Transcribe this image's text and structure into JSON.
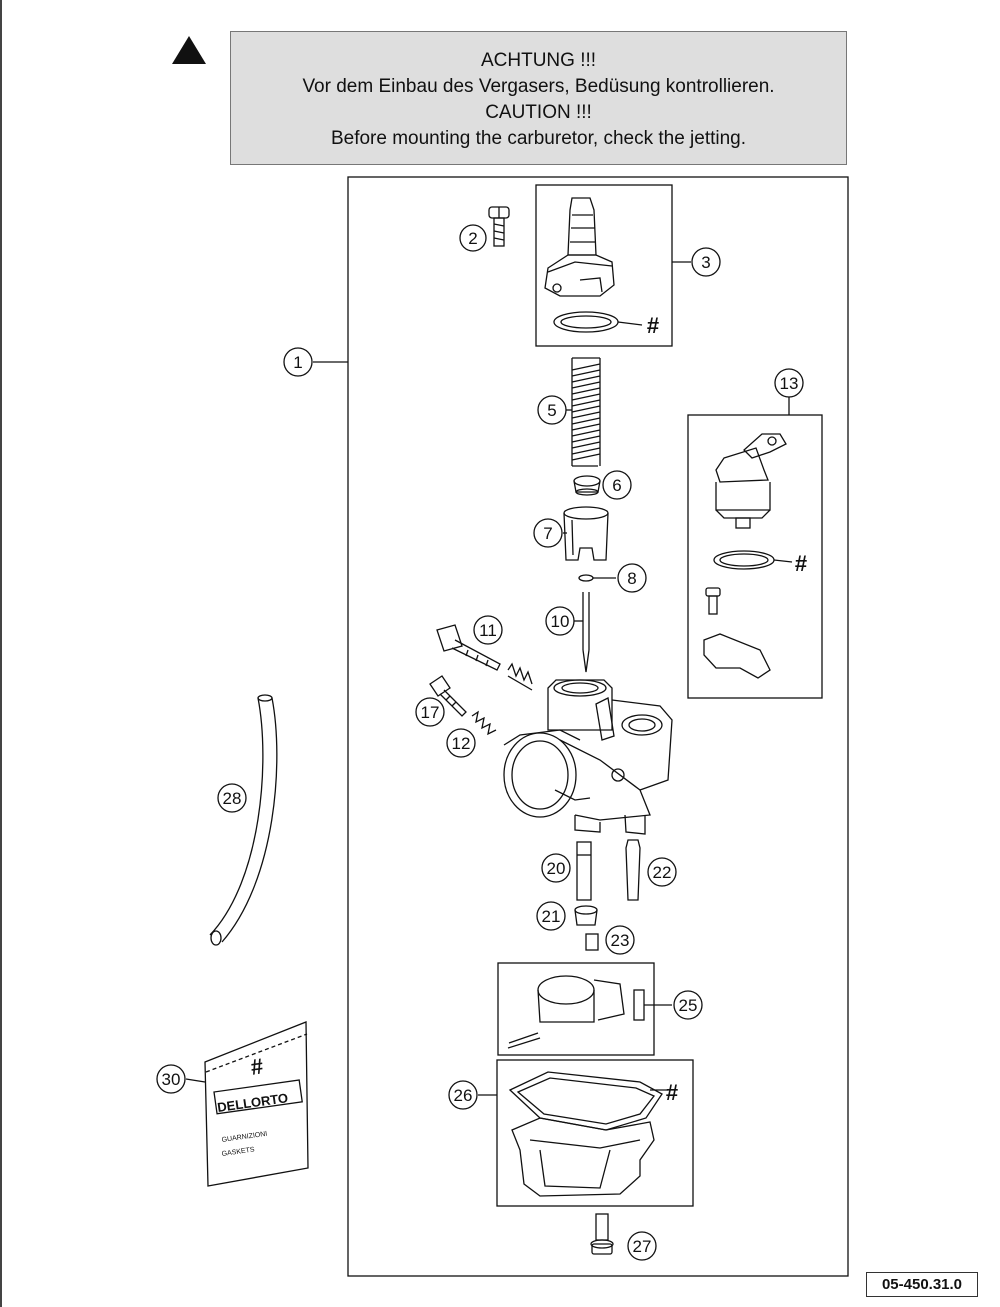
{
  "warning": {
    "line1": "ACHTUNG !!!",
    "line2": "Vor dem Einbau des Vergasers, Bedüsung kontrollieren.",
    "line3": "CAUTION !!!",
    "line4": "Before mounting the carburetor, check the jetting."
  },
  "part_code": "05-450.31.0",
  "callouts": {
    "c1": "1",
    "c2": "2",
    "c3": "3",
    "c5": "5",
    "c6": "6",
    "c7": "7",
    "c8": "8",
    "c10": "10",
    "c11": "11",
    "c12": "12",
    "c13": "13",
    "c17": "17",
    "c20": "20",
    "c21": "21",
    "c22": "22",
    "c23": "23",
    "c25": "25",
    "c26": "26",
    "c27": "27",
    "c28": "28",
    "c30": "30"
  },
  "marks": {
    "hash": "#"
  },
  "bag_label": {
    "brand": "DELLORTO",
    "line1": "GUARNIZIONI",
    "line2": "GASKETS"
  },
  "colors": {
    "line": "#111111",
    "caution_bg": "#dedede"
  }
}
